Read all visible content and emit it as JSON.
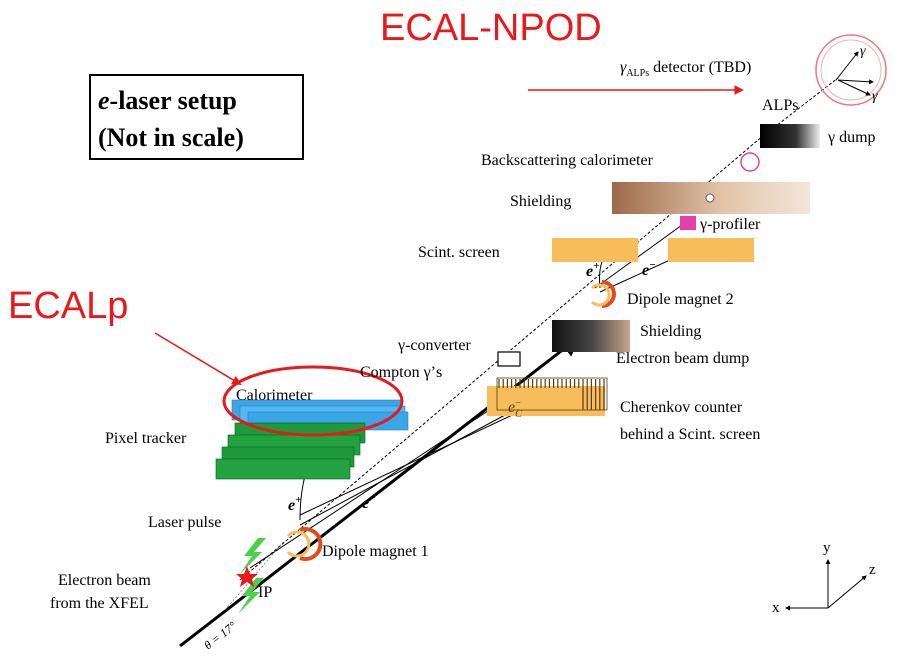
{
  "annotations": {
    "ecal_npod": "ECAL-NPOD",
    "ecalp": "ECALp",
    "color": "#e8191c"
  },
  "title_box": {
    "line1_prefix": "e",
    "line1_rest": "-laser setup",
    "line2": "(Not in scale)"
  },
  "labels": {
    "gamma_symbol": "γ",
    "alps_subscript": "ALPs",
    "alps_detector_rest": " detector (TBD)",
    "alps": "ALPs",
    "gamma_dump": "γ dump",
    "backscattering_calorimeter": "Backscattering calorimeter",
    "shielding_top": "Shielding",
    "gamma_profiler": "γ-profiler",
    "scint_screen": "Scint. screen",
    "dipole_magnet_2": "Dipole magnet 2",
    "gamma_converter": "γ-converter",
    "shielding_mid": "Shielding",
    "electron_beam_dump": "Electron beam dump",
    "compton_gammas": "Compton γ’s",
    "calorimeter": "Calorimeter",
    "pixel_tracker": "Pixel tracker",
    "cherenkov_line1": "Cherenkov counter",
    "cherenkov_line2": "behind a Scint. screen",
    "laser_pulse": "Laser pulse",
    "dipole_magnet_1": "Dipole magnet 1",
    "electron_beam_line1": "Electron beam",
    "electron_beam_line2": "from the XFEL",
    "ip": "IP",
    "theta": "θ = 17°",
    "e_plus": "e",
    "e_minus": "e",
    "plus": "+",
    "minus": "−",
    "e_c": "e",
    "c_sub": "C",
    "c_sup": "−"
  },
  "axes": {
    "x": "x",
    "y": "y",
    "z": "z"
  },
  "colors": {
    "orange": "#f7bd5a",
    "green": "#1f9a3a",
    "blue": "#3aa6e8",
    "magenta": "#e040a8",
    "brown": "#b07a56"
  }
}
